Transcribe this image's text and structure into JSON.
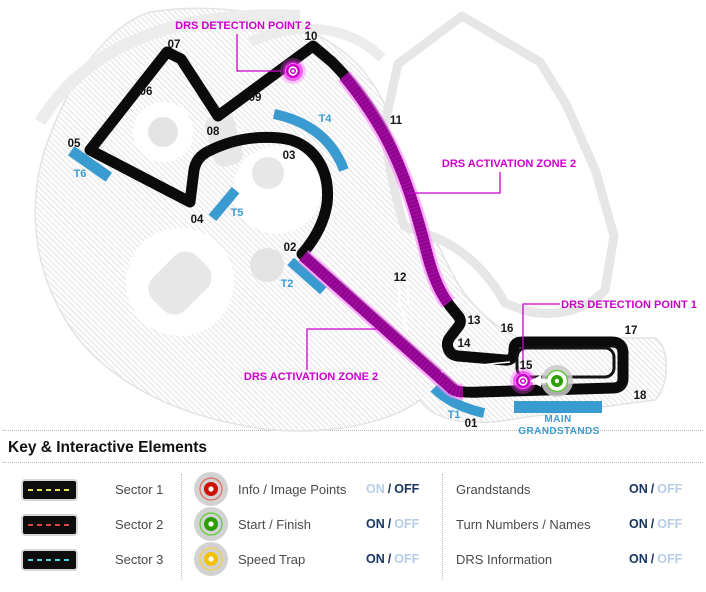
{
  "map": {
    "turns": [
      "01",
      "02",
      "03",
      "04",
      "05",
      "06",
      "07",
      "08",
      "09",
      "10",
      "11",
      "12",
      "13",
      "14",
      "15",
      "16",
      "17",
      "18"
    ],
    "grandstands": {
      "t1": "T1",
      "t2": "T2",
      "t4": "T4",
      "t5": "T5",
      "t6": "T6",
      "main_line1": "MAIN",
      "main_line2": "GRANDSTANDS"
    },
    "drs": {
      "detection_point_2_label": "DRS DETECTION POINT 2",
      "detection_point_1_label": "DRS DETECTION POINT 1",
      "activation_zone_upper_label": "DRS ACTIVATION ZONE 2",
      "activation_zone_lower_label": "DRS ACTIVATION ZONE 2"
    },
    "icons": {
      "drs_detection_point": "magenta-concentric-circle-marker",
      "start_finish": "green-concentric-circle-marker",
      "direction_arrow": "white-left-arrow"
    },
    "colors": {
      "track": "#0b0b0b",
      "drs_zone": "#a308a3",
      "drs_zone_glow": "#ff86ff",
      "drs_text": "#cc00cc",
      "grandstand_blue": "#3a9bd0",
      "detection_icon": "#c800c8",
      "start_finish_icon": "#2f9e00",
      "background_hatch": "#e9e9e9"
    }
  },
  "key": {
    "title": "Key & Interactive Elements",
    "sectors": [
      {
        "label": "Sector 1",
        "dash_color": "#e8e352"
      },
      {
        "label": "Sector 2",
        "dash_color": "#e04545"
      },
      {
        "label": "Sector 3",
        "dash_color": "#45d5dc"
      }
    ],
    "markers": [
      {
        "label": "Info / Image Points",
        "icon": "red-concentric-circle",
        "color": "#cc1100",
        "ring_color": "#e06a5a",
        "state_on": false
      },
      {
        "label": "Start / Finish",
        "icon": "green-concentric-circle",
        "color": "#2f9e00",
        "ring_color": "#5ecc2e",
        "state_on": true
      },
      {
        "label": "Speed Trap",
        "icon": "yellow-concentric-circle",
        "color": "#f2c100",
        "ring_color": "#f4cf4a",
        "state_on": true
      }
    ],
    "layers": [
      {
        "label": "Grandstands",
        "state_on": true
      },
      {
        "label": "Turn Numbers / Names",
        "state_on": true
      },
      {
        "label": "DRS Information",
        "state_on": true
      }
    ],
    "toggle": {
      "on": "ON",
      "slash": "/",
      "off": "OFF"
    },
    "colors": {
      "active": "#17345f",
      "inactive": "#b7cde7",
      "label_gray": "#4a4a4a"
    }
  }
}
